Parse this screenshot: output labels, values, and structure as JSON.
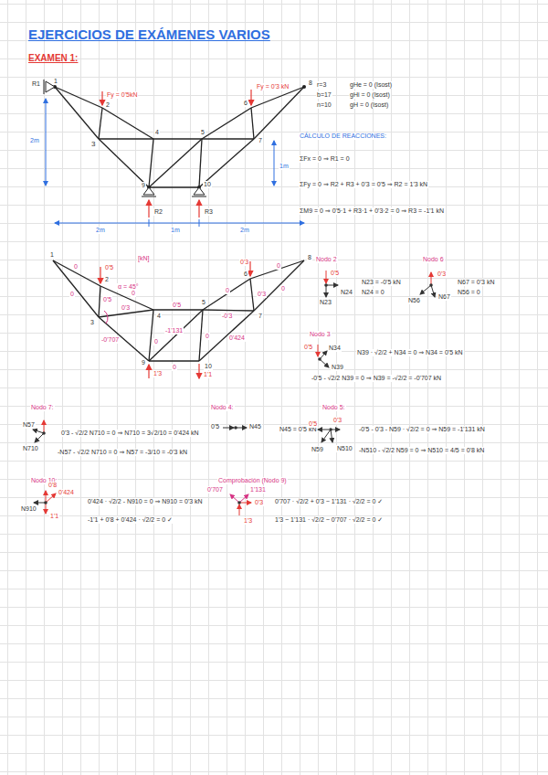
{
  "diagram": {
    "title": "EJERCICIOS DE EXÁMENES VARIOS",
    "labels": [
      "EXAMEN 1:",
      "R1",
      "1",
      "2",
      "3",
      "4",
      "5",
      "6",
      "7",
      "8",
      "9",
      "10",
      "Fy = 0'5kN",
      "Fy = 0'3 kN",
      "2m",
      "1m",
      "2m",
      "1m",
      "2m",
      "R2",
      "R3",
      "r=3",
      "b=17",
      "n=10",
      "gHe = 0 (Isost)",
      "gHi = 0 (Isost)",
      "gH = 0 (Isost)",
      "CÁLCULO DE REACCIONES:",
      "ΣFx = 0 ⇒ R1 = 0",
      "ΣFy = 0 ⇒ R2 + R3 + 0'3 = 0'5 ⇒ R2 = 1'3 kN",
      "ΣM9 = 0 ⇒ 0'5·1 + R3·1 + 0'3·2 = 0 ⇒ R3 = -1'1 kN",
      "[kN]",
      "1",
      "2",
      "3",
      "4",
      "5",
      "6",
      "7",
      "8",
      "9",
      "10",
      "0'5",
      "0'3",
      "α = 45°",
      "0",
      "0",
      "0'5",
      "0",
      "0'3",
      "0'5",
      "-0'3",
      "0",
      "0",
      "0'3",
      "0",
      "-0'707",
      "-1'131",
      "0'424",
      "0",
      "0",
      "0",
      "1'3",
      "1'1",
      "Nodo 2",
      "0'5",
      "N23",
      "N24",
      "N23 = -0'5 kN",
      "N24 = 0",
      "Nodo 6",
      "0'3",
      "N56",
      "N67",
      "N67 = 0'3 kN",
      "N56 = 0",
      "Nodo 3",
      "0'5",
      "N34",
      "N39",
      "N39 · √2/2 + N34 = 0 ⇒ N34 = 0'5 kN",
      "-0'5 - √2/2 N39 = 0 ⇒ N39 = -√2/2 = -0'707 kN",
      "Nodo 7:",
      "N57",
      "N710",
      "0'3 - √2/2 N710 = 0 ⇒ N710 = 3√2/10 = 0'424 kN",
      "-N57 - √2/2 N710 = 0 ⇒ N57 = -3/10 = -0'3 kN",
      "Nodo 4:",
      "0'5",
      "N45",
      "N45 = 0'5 kN",
      "Nodo 5:",
      "0'5",
      "0'3",
      "N59",
      "N510",
      "-0'5 - 0'3 - N59 · √2/2 = 0 ⇒ N59 = -1'131 kN",
      "-N510 - √2/2 N59 = 0 ⇒ N510 = 4/5 = 0'8 kN",
      "Nodo 10:",
      "N910",
      "0'8",
      "0'424",
      "1'1",
      "0'424 · √2/2 - N910 = 0 ⇒ N910 = 0'3 kN",
      "-1'1 + 0'8 + 0'424 · √2/2 = 0 ✓",
      "Comprobación (Nodo 9)",
      "0'707",
      "1'131",
      "0'3",
      "1'3",
      "0'707 · √2/2 + 0'3 − 1'131 · √2/2 = 0 ✓",
      "1'3 − 1'131 · √2/2 − 0'707 · √2/2 = 0 ✓"
    ]
  }
}
